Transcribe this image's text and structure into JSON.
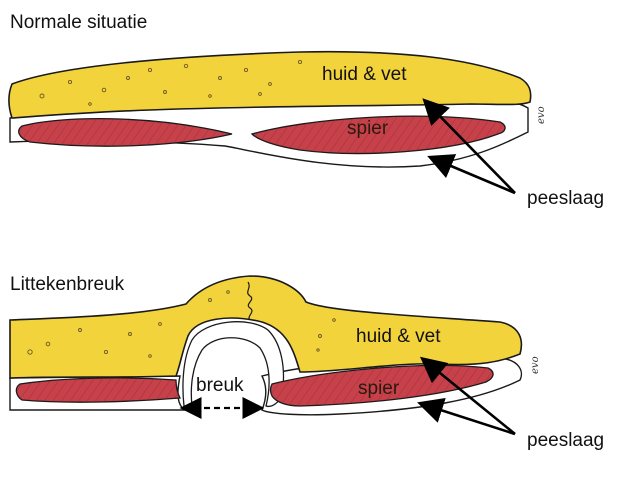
{
  "normal": {
    "title": "Normale situatie",
    "skin_label": "huid & vet",
    "muscle_label": "spier",
    "fascia_label": "peeslaag"
  },
  "hernia": {
    "title": "Littekenbreuk",
    "skin_label": "huid & vet",
    "muscle_label": "spier",
    "gap_label": "breuk",
    "fascia_label": "peeslaag"
  },
  "signature": "evo",
  "colors": {
    "skin_fat": "#f3d33c",
    "skin_outline": "#1a1a1a",
    "muscle": "#c7414a",
    "muscle_hatch": "#8e2630",
    "fascia": "#ffffff",
    "arrow": "#000000"
  }
}
